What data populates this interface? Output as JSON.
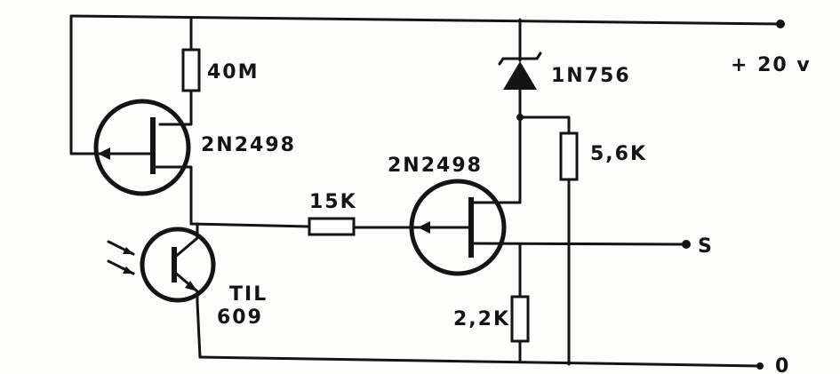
{
  "labels": {
    "r_top": "40M",
    "q1_part": "2N2498",
    "q2_part": "2N2498",
    "r_base": "15K",
    "diode_part": "1N756",
    "r_right": "5,6K",
    "r_bottom": "2,2K",
    "phototransistor_top": "TIL",
    "phototransistor_bottom": "609",
    "supply": "+ 20 v",
    "output": "S",
    "ground": "0"
  }
}
